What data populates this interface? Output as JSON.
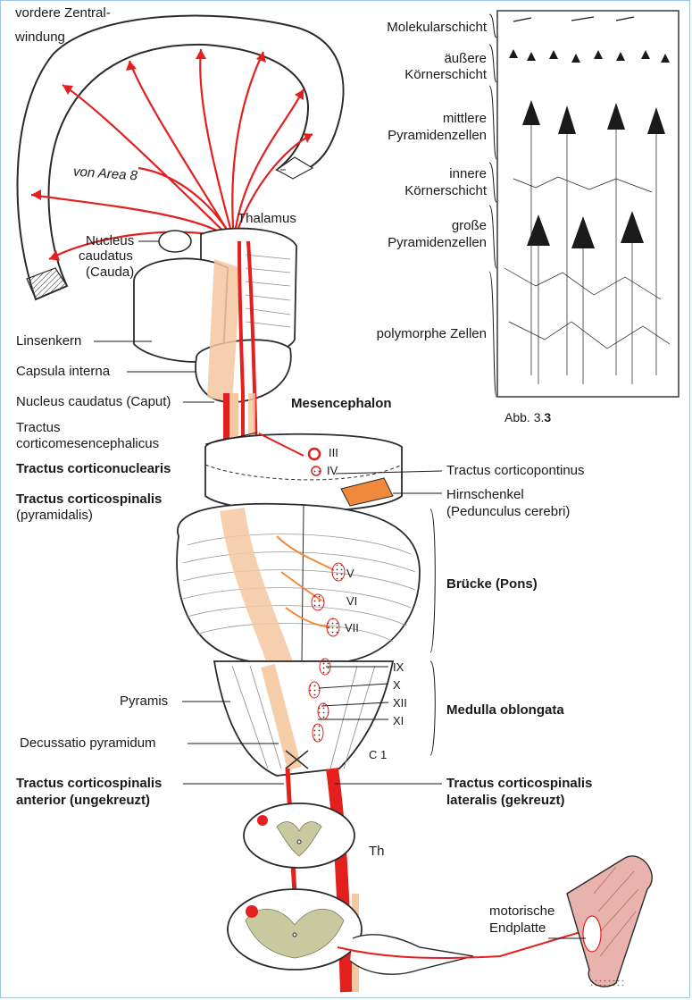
{
  "colors": {
    "tract_red": "#e4201f",
    "tract_light": "#f5c8a0",
    "tract_orange": "#f08a3a",
    "gray_matter": "#c9c9a0",
    "muscle": "#e9b3ad",
    "outline": "#2b2b2b",
    "frame": "#9fc6e8"
  },
  "icons": [
    "cortex-arc",
    "thalamus",
    "brainstem",
    "spinal-cord-section",
    "muscle-fiber",
    "cortex-layers"
  ],
  "labels": {
    "vordere_zentral": "vordere Zentral-",
    "windung": "windung",
    "von_area": "von Area 8",
    "thalamus": "Thalamus",
    "nucleus": "Nucleus",
    "caudatus": "caudatus",
    "cauda": "(Cauda)",
    "linsenkern": "Linsenkern",
    "capsula": "Capsula interna",
    "nucleus_caput": "Nucleus caudatus (Caput)",
    "mesencephalon": "Mesencephalon",
    "tractus": "Tractus",
    "corticomesenc": "corticomesencephalicus",
    "corticonuclearis": "Tractus corticonuclearis",
    "corticospinalis": "Tractus corticospinalis",
    "pyramidalis": "(pyramidalis)",
    "corticopontinus": "Tractus corticopontinus",
    "hirnschenkel": "Hirnschenkel",
    "pedunculus": "(Pedunculus cerebri)",
    "bruecke": "Brücke (Pons)",
    "medulla": "Medulla oblongata",
    "pyramis": "Pyramis",
    "decussatio": "Decussatio pyramidum",
    "cs_anterior_1": "Tractus corticospinalis",
    "cs_anterior_2": "anterior (ungekreuzt)",
    "cs_lateralis_1": "Tractus corticospinalis",
    "cs_lateralis_2": "lateralis (gekreuzt)",
    "th": "Th",
    "c1": "C 1",
    "motorische": "motorische",
    "endplatte": "Endplatte",
    "n_III": "III",
    "n_IV": "IV",
    "n_V": "V",
    "n_VI": "VI",
    "n_VII": "VII",
    "n_IX": "IX",
    "n_X": "X",
    "n_XII": "XII",
    "n_XI": "XI"
  },
  "layers": {
    "molekular": "Molekularschicht",
    "aeussere_1": "äußere",
    "aeussere_2": "Körnerschicht",
    "mittlere_1": "mittlere",
    "mittlere_2": "Pyramidenzellen",
    "innere_1": "innere",
    "innere_2": "Körnerschicht",
    "grosse_1": "große",
    "grosse_2": "Pyramidenzellen",
    "polymorphe": "polymorphe Zellen",
    "caption_prefix": "Abb. 3.",
    "caption_num": "3"
  }
}
